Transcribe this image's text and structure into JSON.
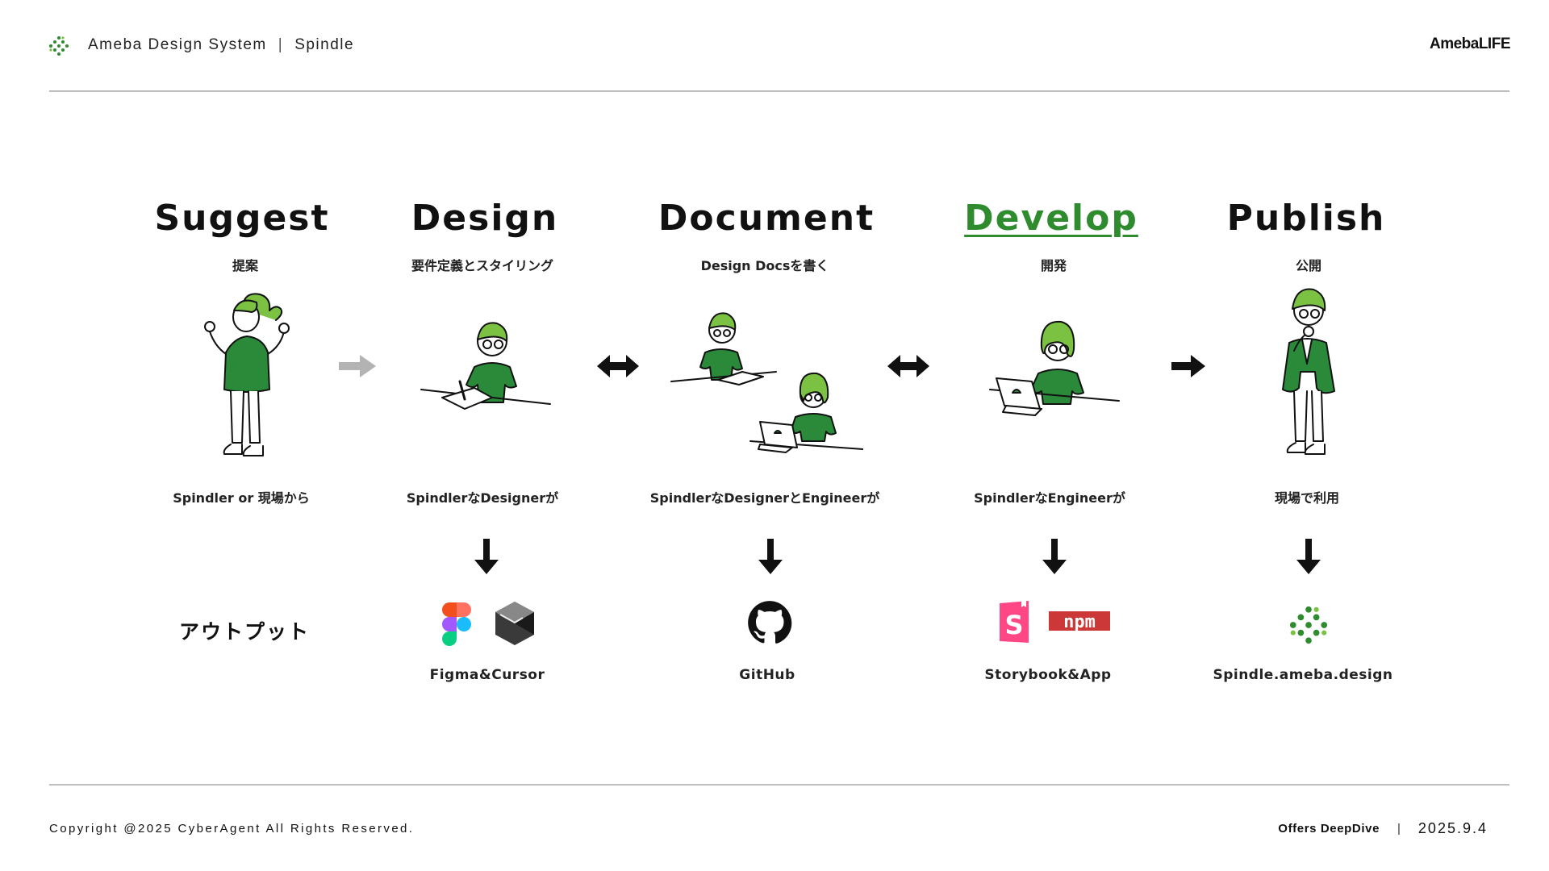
{
  "header": {
    "brand_name": "Ameba Design System",
    "brand_separator": "|",
    "product_name": "Spindle",
    "right_logo": "AmebaLIFE"
  },
  "stages": [
    {
      "title": "Suggest",
      "subtitle": "提案",
      "caption": "Spindler or 現場から",
      "active": false
    },
    {
      "title": "Design",
      "subtitle": "要件定義とスタイリング",
      "caption": "SpindlerなDesignerが",
      "active": false
    },
    {
      "title": "Document",
      "subtitle": "Design Docsを書く",
      "caption": "SpindlerなDesignerとEngineerが",
      "active": false
    },
    {
      "title": "Develop",
      "subtitle": "開発",
      "caption": "SpindlerなEngineerが",
      "active": true
    },
    {
      "title": "Publish",
      "subtitle": "公開",
      "caption": "現場で利用",
      "active": false
    }
  ],
  "flow_arrows": [
    {
      "between": "Suggest-Design",
      "icon": "arrow-right-icon",
      "color": "#b3b3b3"
    },
    {
      "between": "Design-Document",
      "icon": "double-arrow-icon",
      "color": "#111111"
    },
    {
      "between": "Document-Develop",
      "icon": "double-arrow-icon",
      "color": "#111111"
    },
    {
      "between": "Develop-Publish",
      "icon": "arrow-right-icon",
      "color": "#111111"
    }
  ],
  "output": {
    "label": "アウトプット",
    "items": [
      {
        "stage": "Design",
        "name": "Figma&Cursor",
        "icons": [
          "figma-icon",
          "cursor-icon"
        ]
      },
      {
        "stage": "Document",
        "name": "GitHub",
        "icons": [
          "github-icon"
        ]
      },
      {
        "stage": "Develop",
        "name": "Storybook&App",
        "icons": [
          "storybook-icon",
          "npm-icon"
        ]
      },
      {
        "stage": "Publish",
        "name": "Spindle.ameba.design",
        "icons": [
          "spindle-icon"
        ]
      }
    ]
  },
  "footer": {
    "copyright": "Copyright @2025 CyberAgent All Rights Reserved.",
    "event": "Offers DeepDive",
    "separator": "|",
    "date": "2025.9.4"
  },
  "colors": {
    "accent_green": "#2e8b2e",
    "hair_green": "#7cc242",
    "shirt_green": "#2a8a3a",
    "rule_gray": "#bdbdbd",
    "inactive_arrow": "#b3b3b3",
    "npm_red": "#cb3837",
    "storybook_pink": "#ff4785"
  },
  "npm_text": "npm",
  "storybook_letter": "S"
}
